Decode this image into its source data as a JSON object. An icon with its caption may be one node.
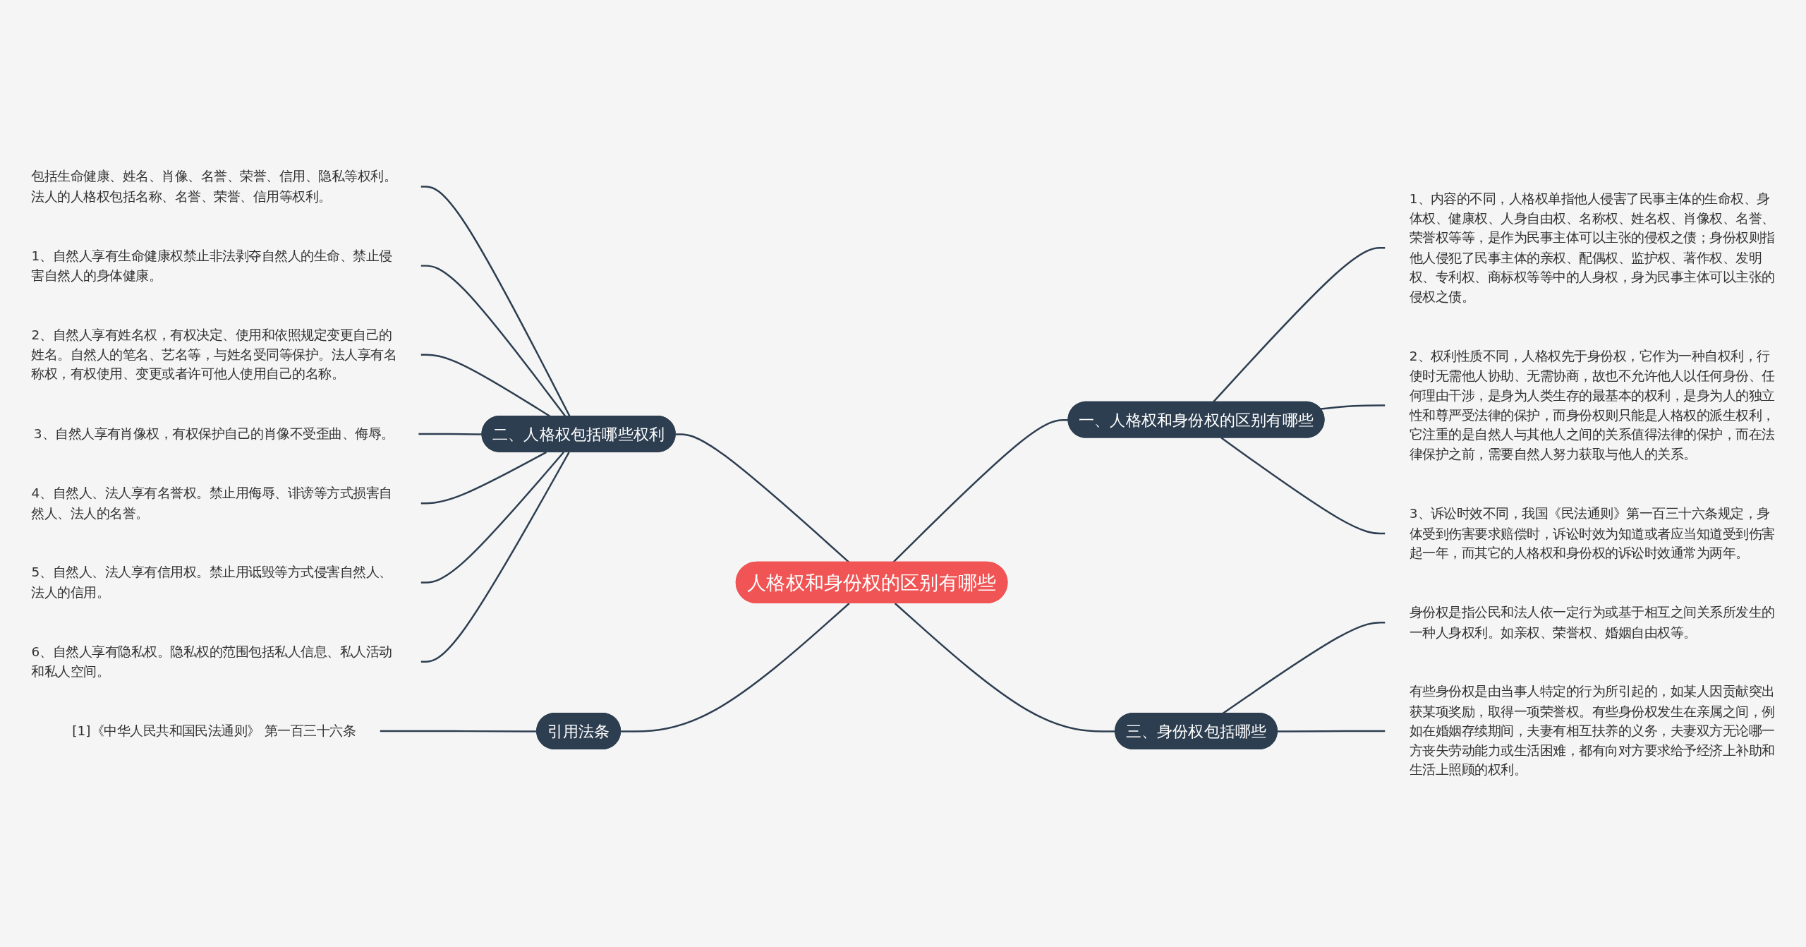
{
  "diagram": {
    "nodes": [
      {
        "text": [
          "人格权和身份权的区别有哪些"
        ]
      },
      {
        "text": [
          "一、人格权和身份权的区别有哪些"
        ]
      },
      {
        "text": [
          "1、内容的不同，人格权单指他人侵害了民事主体的生命权、身体权、健康权、人身自由权、名称权、姓名权、肖像权、名誉、荣誉权等等，是作为民事主体可以主张的侵权之债；身份权则指他人侵犯了民事主体的亲权、配偶权、监护权、著作权、发明权、专利权、商标权等等中的人身权，身为民事主体可以主张的侵权之债。"
        ]
      },
      {
        "text": [
          "2、权利性质不同，人格权先于身份权，它作为一种自权利，行使时无需他人协助、无需协商，故也不允许他人以任何身份、任何理由干涉，是身为人类生存的最基本的权利，是身为人的独立性和尊严受法律的保护，而身份权则只能是人格权的派生权利，它注重的是自然人与其他人之间的关系值得法律的保护，而在法律保护之前，需要自然人努力获取与他人的关系。"
        ]
      },
      {
        "text": [
          "3、诉讼时效不同，我国《民法通则》第一百三十六条规定，身体受到伤害要求赔偿时，诉讼时效为知道或者应当知道受到伤害起一年，而其它的人格权和身份权的诉讼时效通常为两年。"
        ]
      },
      {
        "text": [
          "二、人格权包括哪些权利"
        ]
      },
      {
        "text": [
          "包括生命健康、姓名、肖像、名誉、荣誉、信用、隐私等权利。法人的人格权包括名称、名誉、荣誉、信用等权利。"
        ]
      },
      {
        "text": [
          "1、自然人享有生命健康权禁止非法剥夺自然人的生命、禁止侵害自然人的身体健康。"
        ]
      },
      {
        "text": [
          "2、自然人享有姓名权，有权决定、使用和依照规定变更自己的姓名。自然人的笔名、艺名等，与姓名受同等保护。法人享有名称权，有权使用、变更或者许可他人使用自己的名称。"
        ]
      },
      {
        "text": [
          "3、自然人享有肖像权，有权保护自己的肖像不受歪曲、侮辱。"
        ]
      },
      {
        "text": [
          "4、自然人、法人享有名誉权。禁止用侮辱、诽谤等方式损害自然人、法人的名誉。"
        ]
      },
      {
        "text": [
          "5、自然人、法人享有信用权。禁止用诋毁等方式侵害自然人、法人的信用。"
        ]
      },
      {
        "text": [
          "6、自然人享有隐私权。隐私权的范围包括私人信息、私人活动和私人空间。"
        ]
      },
      {
        "text": [
          "三、身份权包括哪些"
        ]
      },
      {
        "text": [
          "身份权是指公民和法人依一定行为或基于相互之间关系所发生的一种人身权利。如亲权、荣誉权、婚姻自由权等。"
        ]
      },
      {
        "text": [
          "有些身份权是由当事人特定的行为所引起的，如某人因贡献突出获某项奖励，取得一项荣誉权。有些身份权发生在亲属之间，例如在婚姻存续期间，夫妻有相互扶养的义务，夫妻双方无论哪一方丧失劳动能力或生活困难，都有向对方要求给予经济上补助和生活上照顾的权利。"
        ]
      },
      {
        "text": [
          "引用法条"
        ]
      },
      {
        "text": [
          "[1]《中华人民共和国民法通则》 第一百三十六条"
        ]
      }
    ],
    "edges": [
      {
        "from": 0,
        "to": 1,
        "arrow": "none"
      },
      {
        "from": 1,
        "to": 2,
        "arrow": "none"
      },
      {
        "from": 1,
        "to": 3,
        "arrow": "none"
      },
      {
        "from": 1,
        "to": 4,
        "arrow": "none"
      },
      {
        "from": 0,
        "to": 5,
        "arrow": "none"
      },
      {
        "from": 5,
        "to": 6,
        "arrow": "none"
      },
      {
        "from": 5,
        "to": 7,
        "arrow": "none"
      },
      {
        "from": 5,
        "to": 8,
        "arrow": "none"
      },
      {
        "from": 5,
        "to": 9,
        "arrow": "none"
      },
      {
        "from": 5,
        "to": 10,
        "arrow": "none"
      },
      {
        "from": 5,
        "to": 11,
        "arrow": "none"
      },
      {
        "from": 5,
        "to": 12,
        "arrow": "none"
      },
      {
        "from": 0,
        "to": 13,
        "arrow": "none"
      },
      {
        "from": 13,
        "to": 14,
        "arrow": "none"
      },
      {
        "from": 13,
        "to": 15,
        "arrow": "none"
      },
      {
        "from": 0,
        "to": 16,
        "arrow": "none"
      },
      {
        "from": 16,
        "to": 17,
        "arrow": "none"
      }
    ]
  }
}
